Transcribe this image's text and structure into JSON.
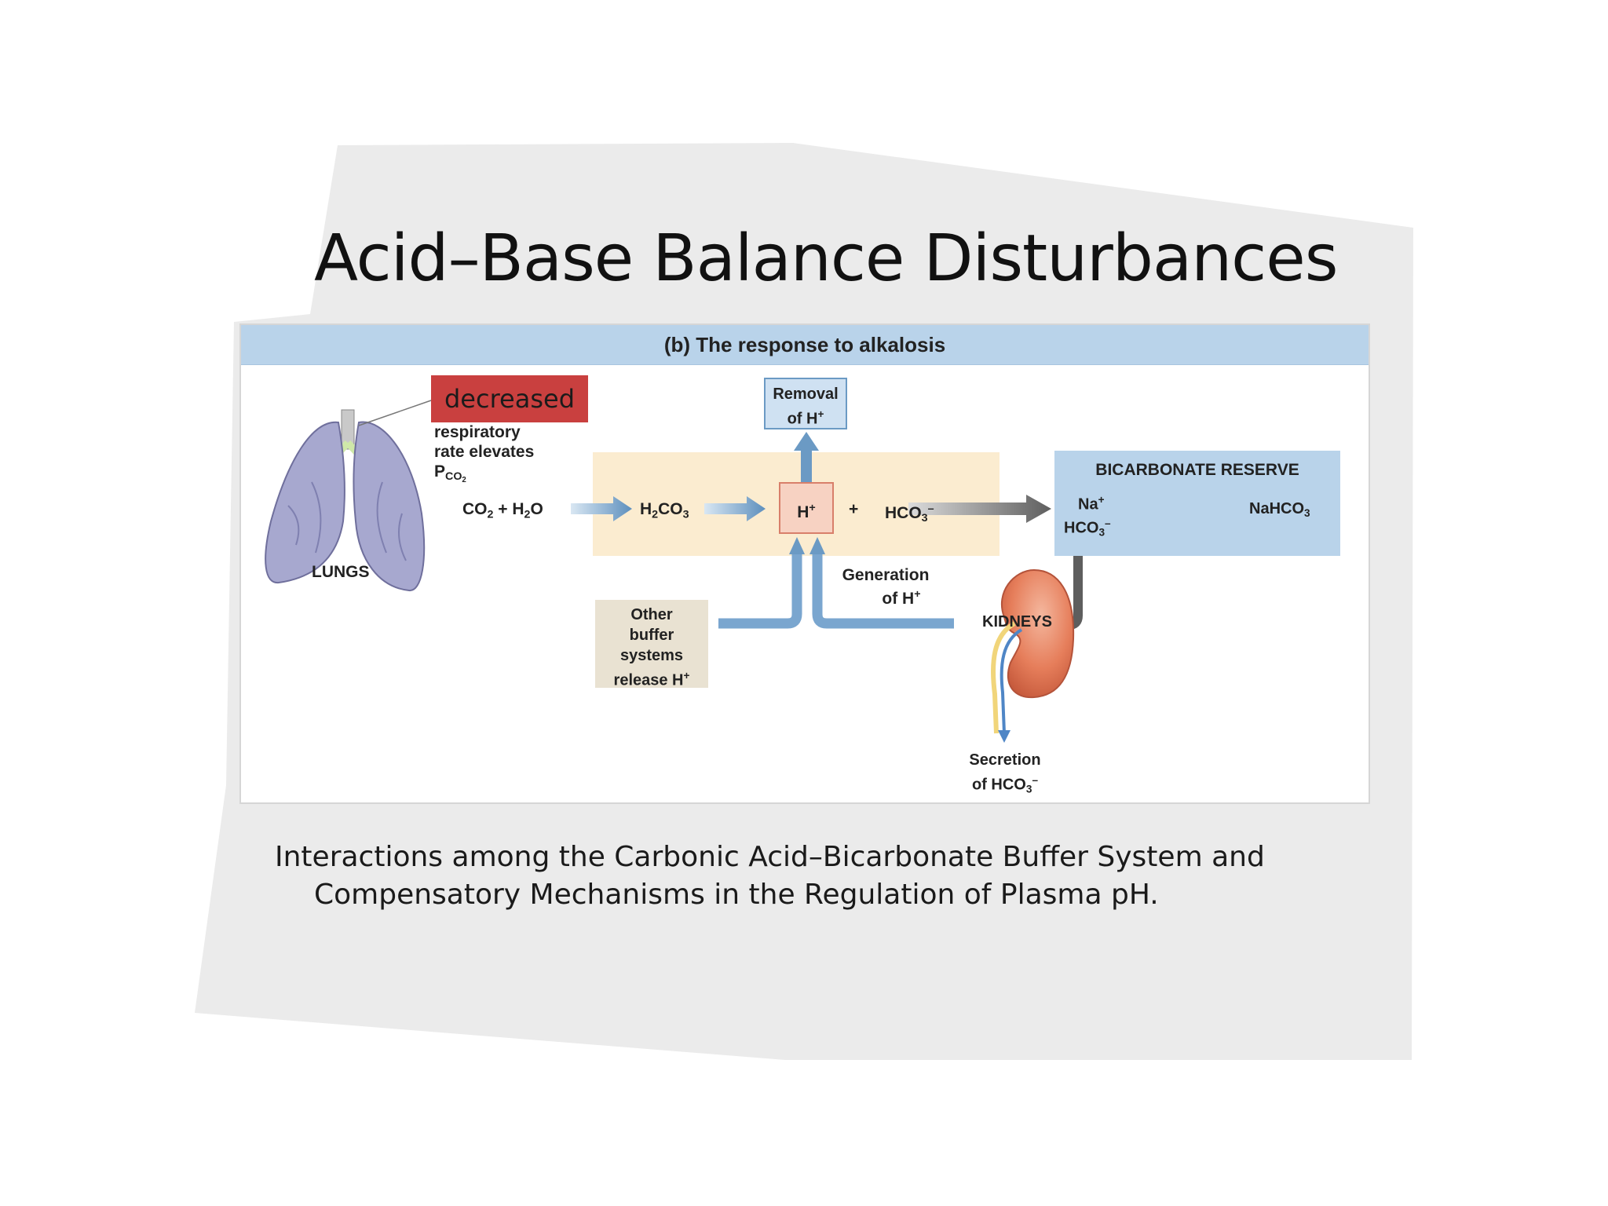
{
  "title": "Acid–Base Balance Disturbances",
  "caption": {
    "line1": "Interactions among the Carbonic Acid–Bicarbonate Buffer System and",
    "line2": "Compensatory Mechanisms in the Regulation of Plasma pH."
  },
  "figure": {
    "heading": "(b) The response to alkalosis",
    "decreased_label": "decreased",
    "respiratory": [
      "respiratory",
      "rate elevates"
    ],
    "pco2": {
      "main": "P",
      "sub": "CO",
      "sub2": "2"
    },
    "lungs_label": "LUNGS",
    "kidneys_label": "KIDNEYS",
    "eq_co2_h2o": {
      "a": "CO",
      "a_sub": "2",
      "plus": " + H",
      "b_sub": "2",
      "tail": "O"
    },
    "h2co3": {
      "a": "H",
      "a_sub": "2",
      "b": "CO",
      "b_sub": "3"
    },
    "hplus": {
      "a": "H",
      "sup": "+"
    },
    "plus_sign": "+",
    "hco3": {
      "a": "HCO",
      "sub": "3",
      "sup": "–"
    },
    "removal": {
      "line1": "Removal",
      "line2_a": "of H",
      "line2_sup": "+"
    },
    "bicarbonate_reserve": "BICARBONATE RESERVE",
    "na": {
      "a": "Na",
      "sup": "+"
    },
    "nahco3": {
      "a": "NaHCO",
      "sub": "3"
    },
    "generation": {
      "line1": "Generation",
      "line2_a": "of H",
      "line2_sup": "+"
    },
    "other_buffer": {
      "line1": "Other",
      "line2": "buffer",
      "line3": "systems",
      "line4_a": "release H",
      "line4_sup": "+"
    },
    "secretion": {
      "line1": "Secretion",
      "line2_a": "of HCO",
      "line2_sub": "3",
      "line2_sup": "–"
    }
  },
  "colors": {
    "header_blue": "#b9d3ea",
    "reaction_band": "#fbecd0",
    "decreased_red": "#c9403f",
    "arrow_blue": "#6b9ac4",
    "arrow_gray": "#707070",
    "kidney_orange": "#e9825f",
    "lung_purple": "#a7a8cf"
  }
}
